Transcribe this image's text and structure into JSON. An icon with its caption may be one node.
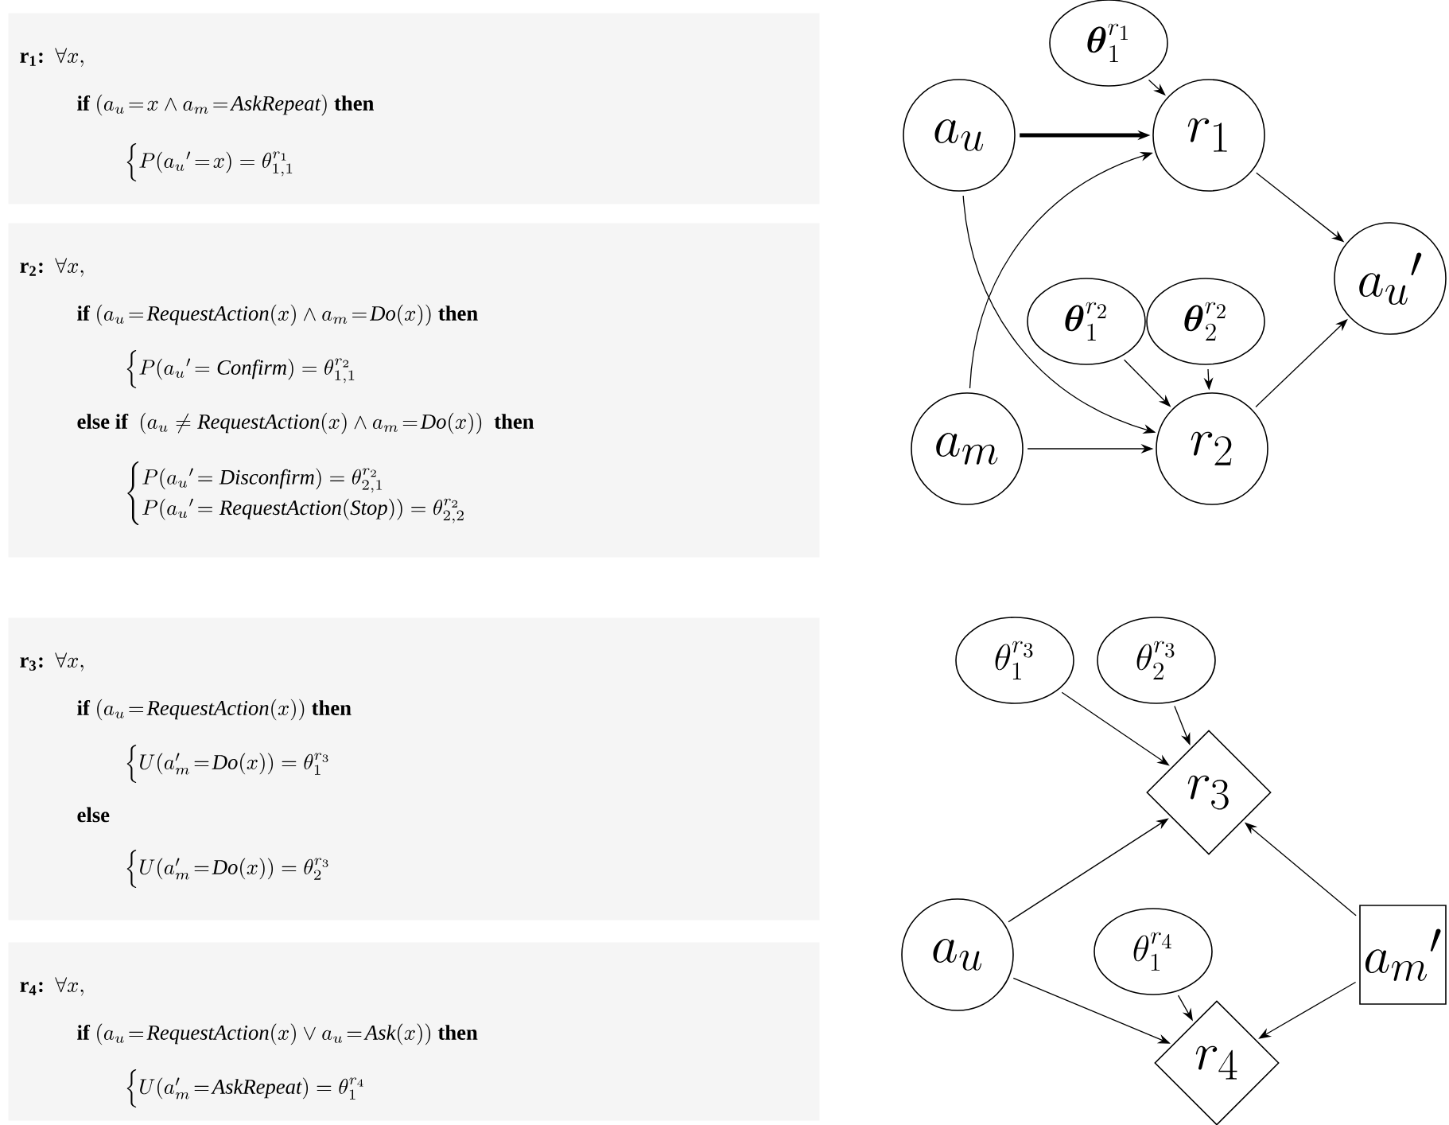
{
  "diagram": {
    "nodes": [
      {
        "text": [
          "\\mathbf{r_1}\\textbf{:}\\ \\ \\forall x,",
          "\\textbf{if}\\ (a_u\\!=\\!x\\wedge a_m\\!=\\!\\mathit{AskRepeat})\\ \\textbf{then}",
          "\\Big\\{P({a_u}'\\!=\\!x)=\\theta^{r_1}_{1,1}"
        ]
      },
      {
        "text": [
          "\\mathbf{r_2}\\textbf{:}\\ \\ \\forall x,",
          "\\textbf{if}\\ (a_u\\!=\\!\\mathit{RequestAction}(x)\\wedge a_m\\!=\\!\\mathit{Do}(x))\\ \\textbf{then}",
          "\\Big\\{P({a_u}'\\!=\\mathit{Confirm})=\\theta^{r_2}_{1,1}",
          "\\textbf{else if}\\ \\ (a_u\\neq\\mathit{RequestAction}(x)\\wedge a_m\\!=\\!\\mathit{Do}(x))\\ \\ \\textbf{then}",
          "\\begin{cases}P({a_u}'\\!=\\mathit{Disconfirm})=\\theta^{r_2}_{2,1}\\\\P({a_u}'\\!=\\mathit{RequestAction}(\\mathit{Stop}))=\\theta^{r_2}_{2,2}\\end{cases}"
        ]
      },
      {
        "text": [
          "\\mathbf{r_3}\\textbf{:}\\ \\ \\forall x,",
          "\\textbf{if}\\ (a_u\\!=\\!\\mathit{RequestAction}(x))\\ \\textbf{then}",
          "\\Big\\{U(a'_m\\!=\\!\\mathit{Do}(x))=\\theta^{r_3}_1",
          "\\textbf{else}",
          "\\Big\\{U(a'_m\\!=\\!\\mathit{Do}(x))=\\theta^{r_3}_2"
        ]
      },
      {
        "text": [
          "\\mathbf{r_4}\\textbf{:}\\ \\ \\forall x,",
          "\\textbf{if}\\ (a_u\\!=\\!\\mathit{RequestAction}(x)\\vee a_u\\!=\\!\\mathit{Ask}(x))\\ \\textbf{then}",
          "\\Big\\{U(a'_m\\!=\\!\\mathit{AskRepeat})=\\theta^{r_4}_1"
        ]
      },
      {
        "text": [
          "\\boldsymbol{\\theta}^{r_1}_1"
        ]
      },
      {
        "text": [
          "a_u"
        ]
      },
      {
        "text": [
          "r_1"
        ]
      },
      {
        "text": [
          "{a_u}'"
        ]
      },
      {
        "text": [
          "\\boldsymbol{\\theta}^{r_2}_1"
        ]
      },
      {
        "text": [
          "\\boldsymbol{\\theta}^{r_2}_2"
        ]
      },
      {
        "text": [
          "a_m"
        ]
      },
      {
        "text": [
          "r_2"
        ]
      },
      {
        "text": [
          "\\theta^{r_3}_1"
        ]
      },
      {
        "text": [
          "\\theta^{r_3}_2"
        ]
      },
      {
        "text": [
          "r_3"
        ]
      },
      {
        "text": [
          "a_u"
        ]
      },
      {
        "text": [
          "\\theta^{r_4}_1"
        ]
      },
      {
        "text": [
          "{a_m}'"
        ]
      },
      {
        "text": [
          "r_4"
        ]
      }
    ],
    "edges": [
      {
        "from": 4,
        "to": 6,
        "arrow": "to"
      },
      {
        "from": 5,
        "to": 6,
        "arrow": "to",
        "style": "thick"
      },
      {
        "from": 10,
        "to": 6,
        "arrow": "to"
      },
      {
        "from": 5,
        "to": 11,
        "arrow": "to"
      },
      {
        "from": 6,
        "to": 7,
        "arrow": "to"
      },
      {
        "from": 8,
        "to": 11,
        "arrow": "to"
      },
      {
        "from": 9,
        "to": 11,
        "arrow": "to"
      },
      {
        "from": 10,
        "to": 11,
        "arrow": "to"
      },
      {
        "from": 11,
        "to": 7,
        "arrow": "to"
      },
      {
        "from": 12,
        "to": 14,
        "arrow": "to"
      },
      {
        "from": 13,
        "to": 14,
        "arrow": "to"
      },
      {
        "from": 15,
        "to": 14,
        "arrow": "to"
      },
      {
        "from": 17,
        "to": 14,
        "arrow": "to"
      },
      {
        "from": 15,
        "to": 18,
        "arrow": "to"
      },
      {
        "from": 16,
        "to": 18,
        "arrow": "to"
      },
      {
        "from": 17,
        "to": 18,
        "arrow": "to"
      }
    ]
  }
}
